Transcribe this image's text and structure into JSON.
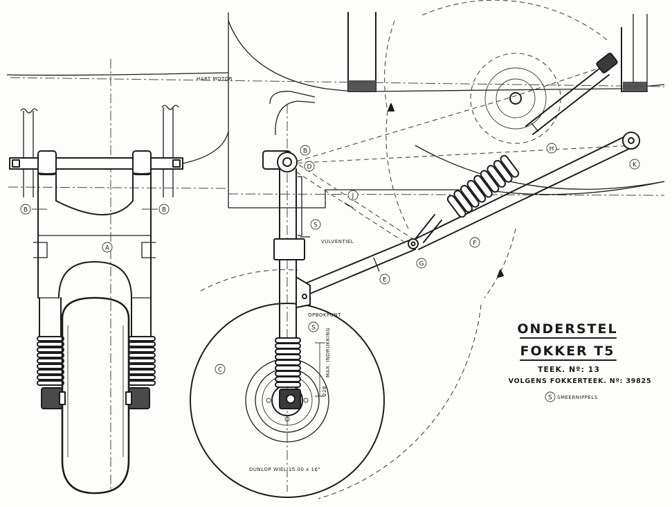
{
  "title": {
    "line1": "ONDERSTEL",
    "line2": "FOKKER T5",
    "drawing_number": "TEEK. Nº: 13",
    "reference": "VOLGENS FOKKERTEEK. Nº: 39825",
    "legend_symbol": "S",
    "legend_text": "SMEERNIPPELS"
  },
  "notes": {
    "hart_motor": "HART MOTOR",
    "wheel": "DUNLOP WIEL 15.00 x 16\"",
    "vulventiel": "VULVENTIEL",
    "opbokpunt": "OPBOKPUNT",
    "max_indrukking": "MAX. INDRUKKING",
    "stroke_dim": "228"
  },
  "part_labels": {
    "A": "A",
    "B": "B",
    "C": "C",
    "D": "D",
    "E": "E",
    "F": "F",
    "G": "G",
    "H": "H",
    "J": "J",
    "K": "K",
    "S": "S"
  }
}
